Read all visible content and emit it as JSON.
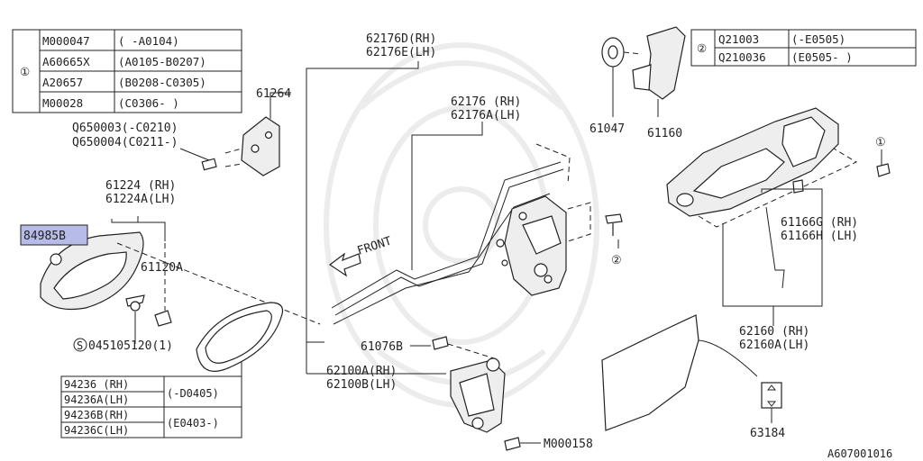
{
  "table1": {
    "ref": "①",
    "rows": [
      {
        "part": "M000047",
        "range": "(   -A0104)"
      },
      {
        "part": "A60665X",
        "range": "(A0105-B0207)"
      },
      {
        "part": "A20657",
        "range": "(B0208-C0305)"
      },
      {
        "part": "M00028",
        "range": "(C0306-    )"
      }
    ]
  },
  "table2": {
    "ref": "②",
    "rows": [
      {
        "part": "Q21003",
        "range": "(-E0505)"
      },
      {
        "part": "Q210036",
        "range": "(E0505-     )"
      }
    ]
  },
  "table3": {
    "groups": [
      {
        "parts": [
          "94236  (RH)",
          "94236A(LH)"
        ],
        "range": "(-D0405)"
      },
      {
        "parts": [
          "94236B(RH)",
          "94236C(LH)"
        ],
        "range": "(E0403-)"
      }
    ]
  },
  "labels": {
    "p62176D": "62176D(RH)",
    "p62176E": "62176E(LH)",
    "p61264": "61264",
    "q1": "Q650003(-C0210)",
    "q2": "Q650004(C0211-)",
    "p62176": "62176  (RH)",
    "p62176A": "62176A(LH)",
    "p61224": "61224  (RH)",
    "p61224A": "61224A(LH)",
    "p84985B": "84985B",
    "p61120A": "61120A",
    "front": "FRONT",
    "p045": "045105120(1)",
    "screw_prefix": "S",
    "p61076B": "61076B",
    "p62100A": "62100A(RH)",
    "p62100B": "62100B(LH)",
    "pM000158": "M000158",
    "p61047": "61047",
    "p61160": "61160",
    "p61166G": "61166G  (RH)",
    "p61166H": "61166H  (LH)",
    "p62160": "62160  (RH)",
    "p62160A": "62160A(LH)",
    "p63184": "63184",
    "ref1": "①",
    "ref2": "②",
    "ref2b": "②",
    "footer_code": "A607001016"
  }
}
